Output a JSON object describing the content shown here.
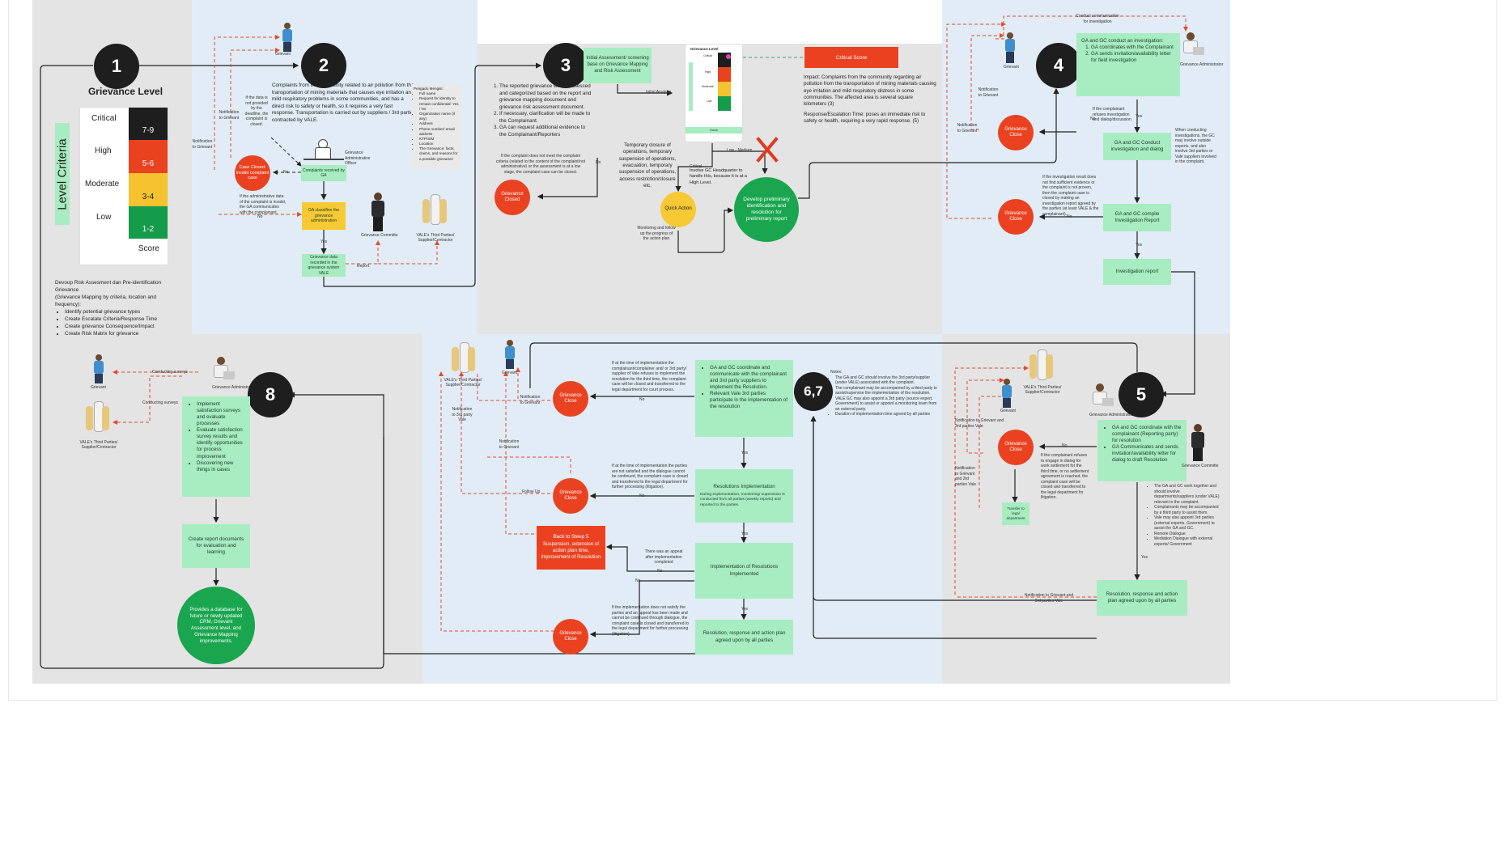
{
  "legend": {
    "title": "Grievance Level",
    "side_label": "Level Criteria",
    "levels": [
      {
        "name": "Critical",
        "score": "7-9",
        "color": "#1e1e1e"
      },
      {
        "name": "High",
        "score": "5-6",
        "color": "#e8421f"
      },
      {
        "name": "Moderate",
        "score": "3-4",
        "color": "#f5c230"
      },
      {
        "name": "Low",
        "score": "1-2",
        "color": "#149c4a"
      }
    ],
    "score_label": "Score"
  },
  "step_numbers": {
    "s1": "1",
    "s2": "2",
    "s3": "3",
    "s4": "4",
    "s5": "5",
    "s67": "6,7",
    "s8": "8"
  },
  "step1": {
    "description_title": "Devoop Risk Assesment dan Pre-identification Grievance",
    "description_sub": "(Grievance Mapping by criteria, location and frequency):",
    "items": [
      "Identify potential grievance types",
      "Create Escalate Criteria/Response Time",
      "Create grievance Consequence/Impact",
      "Create Risk Matrix for grievance"
    ]
  },
  "step2": {
    "grievant_label": "Grievant",
    "main_text": "Complaints from the community related to air pollution from the transportation of mining materials that causes eye irritation and mild respiratory problems in some communities, and has a direct risk to safety or health, so it requires a very fast response. Transportation is carried out by suppliers / 3rd parties contracted by VALE.",
    "data_note": "If the data is not provided by the deadline, the complaint is closed.",
    "notif_label": "Notification to Grievant",
    "notif_label2": "Notification to Grievant",
    "case_closed": "Case Closed: invalid complaint case",
    "no_label": "No",
    "officer_label": "Grievance Administrative Officer",
    "received_box": "Complaints received by GA",
    "admin_note": "If the administrative data of the complaint is invalid, the GA communicates with the complainant.",
    "classify_box": "GA classifies the grievance administration",
    "yes_label": "Yes",
    "recorded_box": "Grievance data recorded in the grievance system VALE",
    "report_label": "Report",
    "committee_label": "Grievance Committe",
    "third_party_label": "VALE's Third Parties/ Supplier/Contractor",
    "perlu_title": "Pengadu Mengisi:",
    "perlu_items": [
      "Full name",
      "Request for identity to remain confidential: Yes / No",
      "Organization name (if any)",
      "Address",
      "Phone number/ email address",
      "KTP/SIM",
      "Location",
      "The Grievance: facts, claims, and reasons for a possible grievance"
    ]
  },
  "step3": {
    "screening_box": "Initial Assessment/ screening base on Grievance Mapping and Risk Assessment",
    "initial_analysis": "Initial Analysis",
    "items": [
      "The reported grievance will be assessed and categorized based on the report and grievance mapping document and grievance risk assessment document.",
      "If necessary, clarification will be made to the Complainant.",
      "GA can request additional evidence to the Complainant/Reporters"
    ],
    "not_meet_note": "If the complaint does not meet the complaint criteria (related to the content of the complaint/not administrative) or the assessment is at a low stage, the complaint case can be closed.",
    "no_label": "No",
    "closed_circle": "Grievance Closed",
    "grid_title": "Grievance Level",
    "grid_rows": [
      "Critical",
      "High",
      "Moderate",
      "Low"
    ],
    "grid_side": "Level Criteria",
    "grid_score": "Score",
    "critical_score": "Critical Score",
    "impact_text": "Impact: Complaints from the community regarding air pollution from the transportation of mining materials causing eye irritation and mild respiratory distress in some communities. The affected area is several square kilometers (3)",
    "response_text": "Response/Escalation Time: poses an immediate risk to safety or health, requiring a very rapid response. (5)",
    "low_medium": "Low - Medium",
    "critical_label": "Critical",
    "temp_closure": "Temporary closure of operations, temporary suspension of operations, evacuation, temporary suspension of operations, access restriction/closure etc.",
    "quick_action": "Quick Action",
    "monitoring_note": "Monitoring and follow up the progress of the action plan",
    "involve_note": "Involve GC Headquarter to handle this, because it is at a High Level.",
    "develop_circle": "Develop preliminary identification and resolution for preliminary report"
  },
  "step4": {
    "grievant_label": "Grievant",
    "conduct_comm": "Conduct communication for investigation",
    "admin_label": "Grievance Administrator",
    "investigation_box_title": "GA and GC conduct an investigation:",
    "investigation_items": [
      "GA coordinates with the Complainant",
      "GA sends invitation/availability letter for field investigation"
    ],
    "refuses_note": "If the complainant refuses investigation and dialog/discussion",
    "no_label": "No",
    "yes_label": "Yes",
    "notif1": "Notification to Grievant",
    "notif2": "Notification to Grievant",
    "close1": "Grievance Close",
    "conduct_box": "GA and GC Conduct investigation and dialog",
    "conduct_note": "When conducting investigations, the GC may involve outside experts, and also involve 3rd parties or Vale suppliers involved in the complaint.",
    "insufficient_note": "If the investigation result does not find sufficient evidence or the complaint is not proven, then the complaint case is closed by making an investigation report agreed by the parties (at least VALE & the complainant).",
    "close2": "Grievance Close",
    "compile_box": "GA and GC compile Investigation Report",
    "yes2": "Yes",
    "report_box": "Investigation report"
  },
  "step5": {
    "third_party": "VALE's Third Parties/ Supplier/Contractor",
    "grievant_label": "Grievant",
    "admin_label": "Grievance Administrator",
    "notif_top": "Notification to Grievant and 3rd parties Vale",
    "close_circle": "Grievance Close",
    "refuses_note": "If the complainant refuses to engage in dialog for work settlement for the third time, or no settlement agreement is reached, the complaint case will be closed and transferred to the legal department for litigation.",
    "notif_mid": "Notification to Grievant and 3rd parties Vale",
    "transfer_box": "Transfer to legal department",
    "coordinate_items": [
      "GA and GC coordinate with the complainant (Reporting party) for resolution",
      "GA Communicates and sends invitation/availability letter for dialog to draft Resolution"
    ],
    "committee_label": "Grievance Committe",
    "no_label": "No",
    "meeting_notes": [
      "The GA and GC work together and should involve departments/suppliers (under VALE) relevant to the complaint.",
      "Complainants may be accompanied by a third party to assist them.",
      "Vale may also appoint 3rd parties (external experts, Government) to assist the GA and GC.",
      "Remote Dialogue",
      "Mediation Dialogue with external experts/ Government"
    ],
    "yes_label": "Yes",
    "resolution_box": "Resolution, response and action plan agreed upon by all parties",
    "notif_bottom": "Notification to Grievant and 3rd parties Vale"
  },
  "step67": {
    "third_party": "VALE's Third Parties/ Supplier/Contractor",
    "grievant_label": "Grievant",
    "notif_a": "Notification to Grievant",
    "notif_b": "Notification to 3rd party Vale",
    "notif_c": "Notification to Grievant",
    "follow_up": "Follow Up",
    "close1": "Grievance Close",
    "close2": "Grievance Close",
    "close3": "Grievance Close",
    "note_top": "If at the time of implementation the complainant/complainer and/ or 3rd party/ supplier of Vale refuses to implement the resolution for the third time, the complaint case will be closed and transferred to the legal department for court process.",
    "note_mid": "If at the time of implementation the parties are not satisfied and the dialogue cannot be continued, the complaint case is closed and transferred to the legal department for further processing (litigation).",
    "note_bottom": "If the implementation does not satisfy the parties and an appeal has been made and cannot be continued through dialogue, the complaint case is closed and transferred to the legal department for further processing (litigation).",
    "appeal_note": "There was an appeal after implementation completed",
    "back_box": "Back to Steep 5 Suspension, extension of action plan time, improvement of Resolution",
    "coordinate_items": [
      "GA and GC coordinate and communicate with the complainant and 3rd party suppliers to implement the Resolution.",
      "Relevant Vale 3rd parties participate in the implementation of the resolution"
    ],
    "notes_title": "Notes:",
    "notes": [
      "The GA and GC should involve the 3rd party/supplier (under VALE) associated with the complaint.",
      "The complainant may be accompanied by a third party to assist/supervise the implementation of the resolution.",
      "VALE GC may also appoint a 3rd party (source expert, Government) to assist or appoint a monitoring team from an external party.",
      "Duration of implementation time agreed by all parties"
    ],
    "impl_box_title": "Resolutions Implementation",
    "impl_box_sub": "During implementation, monitoring/ supervision is conducted from all parties (weekly reports) and reported to the parties.",
    "implemented_box": "Implementation of Resolutions Implemented",
    "agreed_box": "Resolution, response and action plan agreed upon by all parties",
    "yes": "Yes",
    "no": "No"
  },
  "step8": {
    "grievant_label": "Grievant",
    "admin_label": "Grievance Administrator",
    "survey1": "Conducting surveys",
    "survey2": "Conducting surveys",
    "third_party": "VALE's Third Parties/ Supplier/Contractor",
    "items": [
      "Implement satisfaction surveys and evaluate processes",
      "Evaluate satisfaction survey results and identify opportunities for process improvement",
      "Discovering new things in cases"
    ],
    "report_box": "Create report documents for evaluation and learning",
    "database_circle": "Provides a database for future or newly updated CRM, Grievant Assessment level, and Grievance Mapping improvements."
  },
  "colors": {
    "green_box": "#a8ecc1",
    "red_circle": "#ea4220",
    "dark_green": "#19a64f",
    "yellow": "#f7c934",
    "blue_panel": "#e1ecf6",
    "gray_panel": "#e2e2e2",
    "arrow_red": "#e8482a"
  }
}
